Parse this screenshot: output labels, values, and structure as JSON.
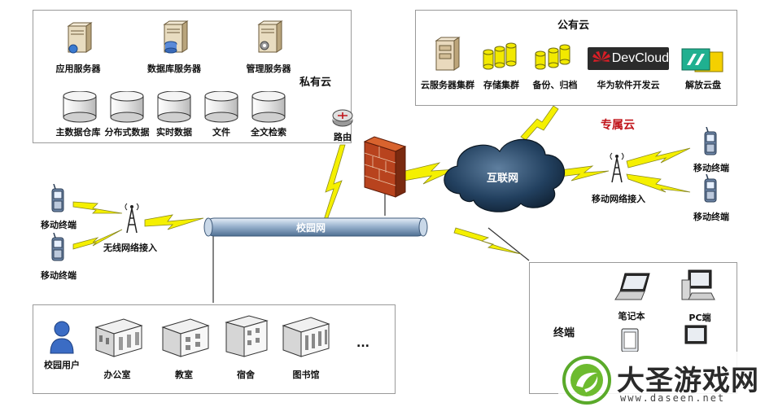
{
  "private_cloud": {
    "title": "私有云",
    "servers": [
      "应用服务器",
      "数据库服务器",
      "管理服务器"
    ],
    "storage": [
      "主数据仓库",
      "分布式数据",
      "实时数据",
      "文件",
      "全文检索"
    ]
  },
  "router": {
    "label": "路由"
  },
  "public_cloud": {
    "title": "公有云",
    "items": [
      "云服务器集群",
      "存储集群",
      "备份、归档",
      "华为软件开发云",
      "解放云盘"
    ],
    "devcloud_logo": "DevCloud"
  },
  "dedicated_cloud": {
    "title": "专属云"
  },
  "internet": {
    "label": "互联网"
  },
  "campus_network": {
    "label": "校园网"
  },
  "mobile_access": {
    "label": "移动网络接入",
    "terminals": [
      "移动终端",
      "移动终端"
    ]
  },
  "wireless_access": {
    "label": "无线网络接入",
    "terminals": [
      "移动终端",
      "移动终端"
    ]
  },
  "campus_buildings": {
    "items": [
      "校园用户",
      "办公室",
      "教室",
      "宿舍",
      "图书馆"
    ],
    "ellipsis": "..."
  },
  "terminals_box": {
    "title": "终端",
    "items": [
      "笔记本",
      "PC端"
    ]
  },
  "watermark": {
    "brand": "大圣游戏网",
    "url": "www.daseen.net"
  },
  "colors": {
    "lightning": "#f5f000",
    "lightning_stroke": "#8a8a20",
    "tube": "#7f9fc0",
    "cloud": "#1e3550",
    "firewall": "#b03a1a",
    "brand_red": "#c0141a"
  }
}
